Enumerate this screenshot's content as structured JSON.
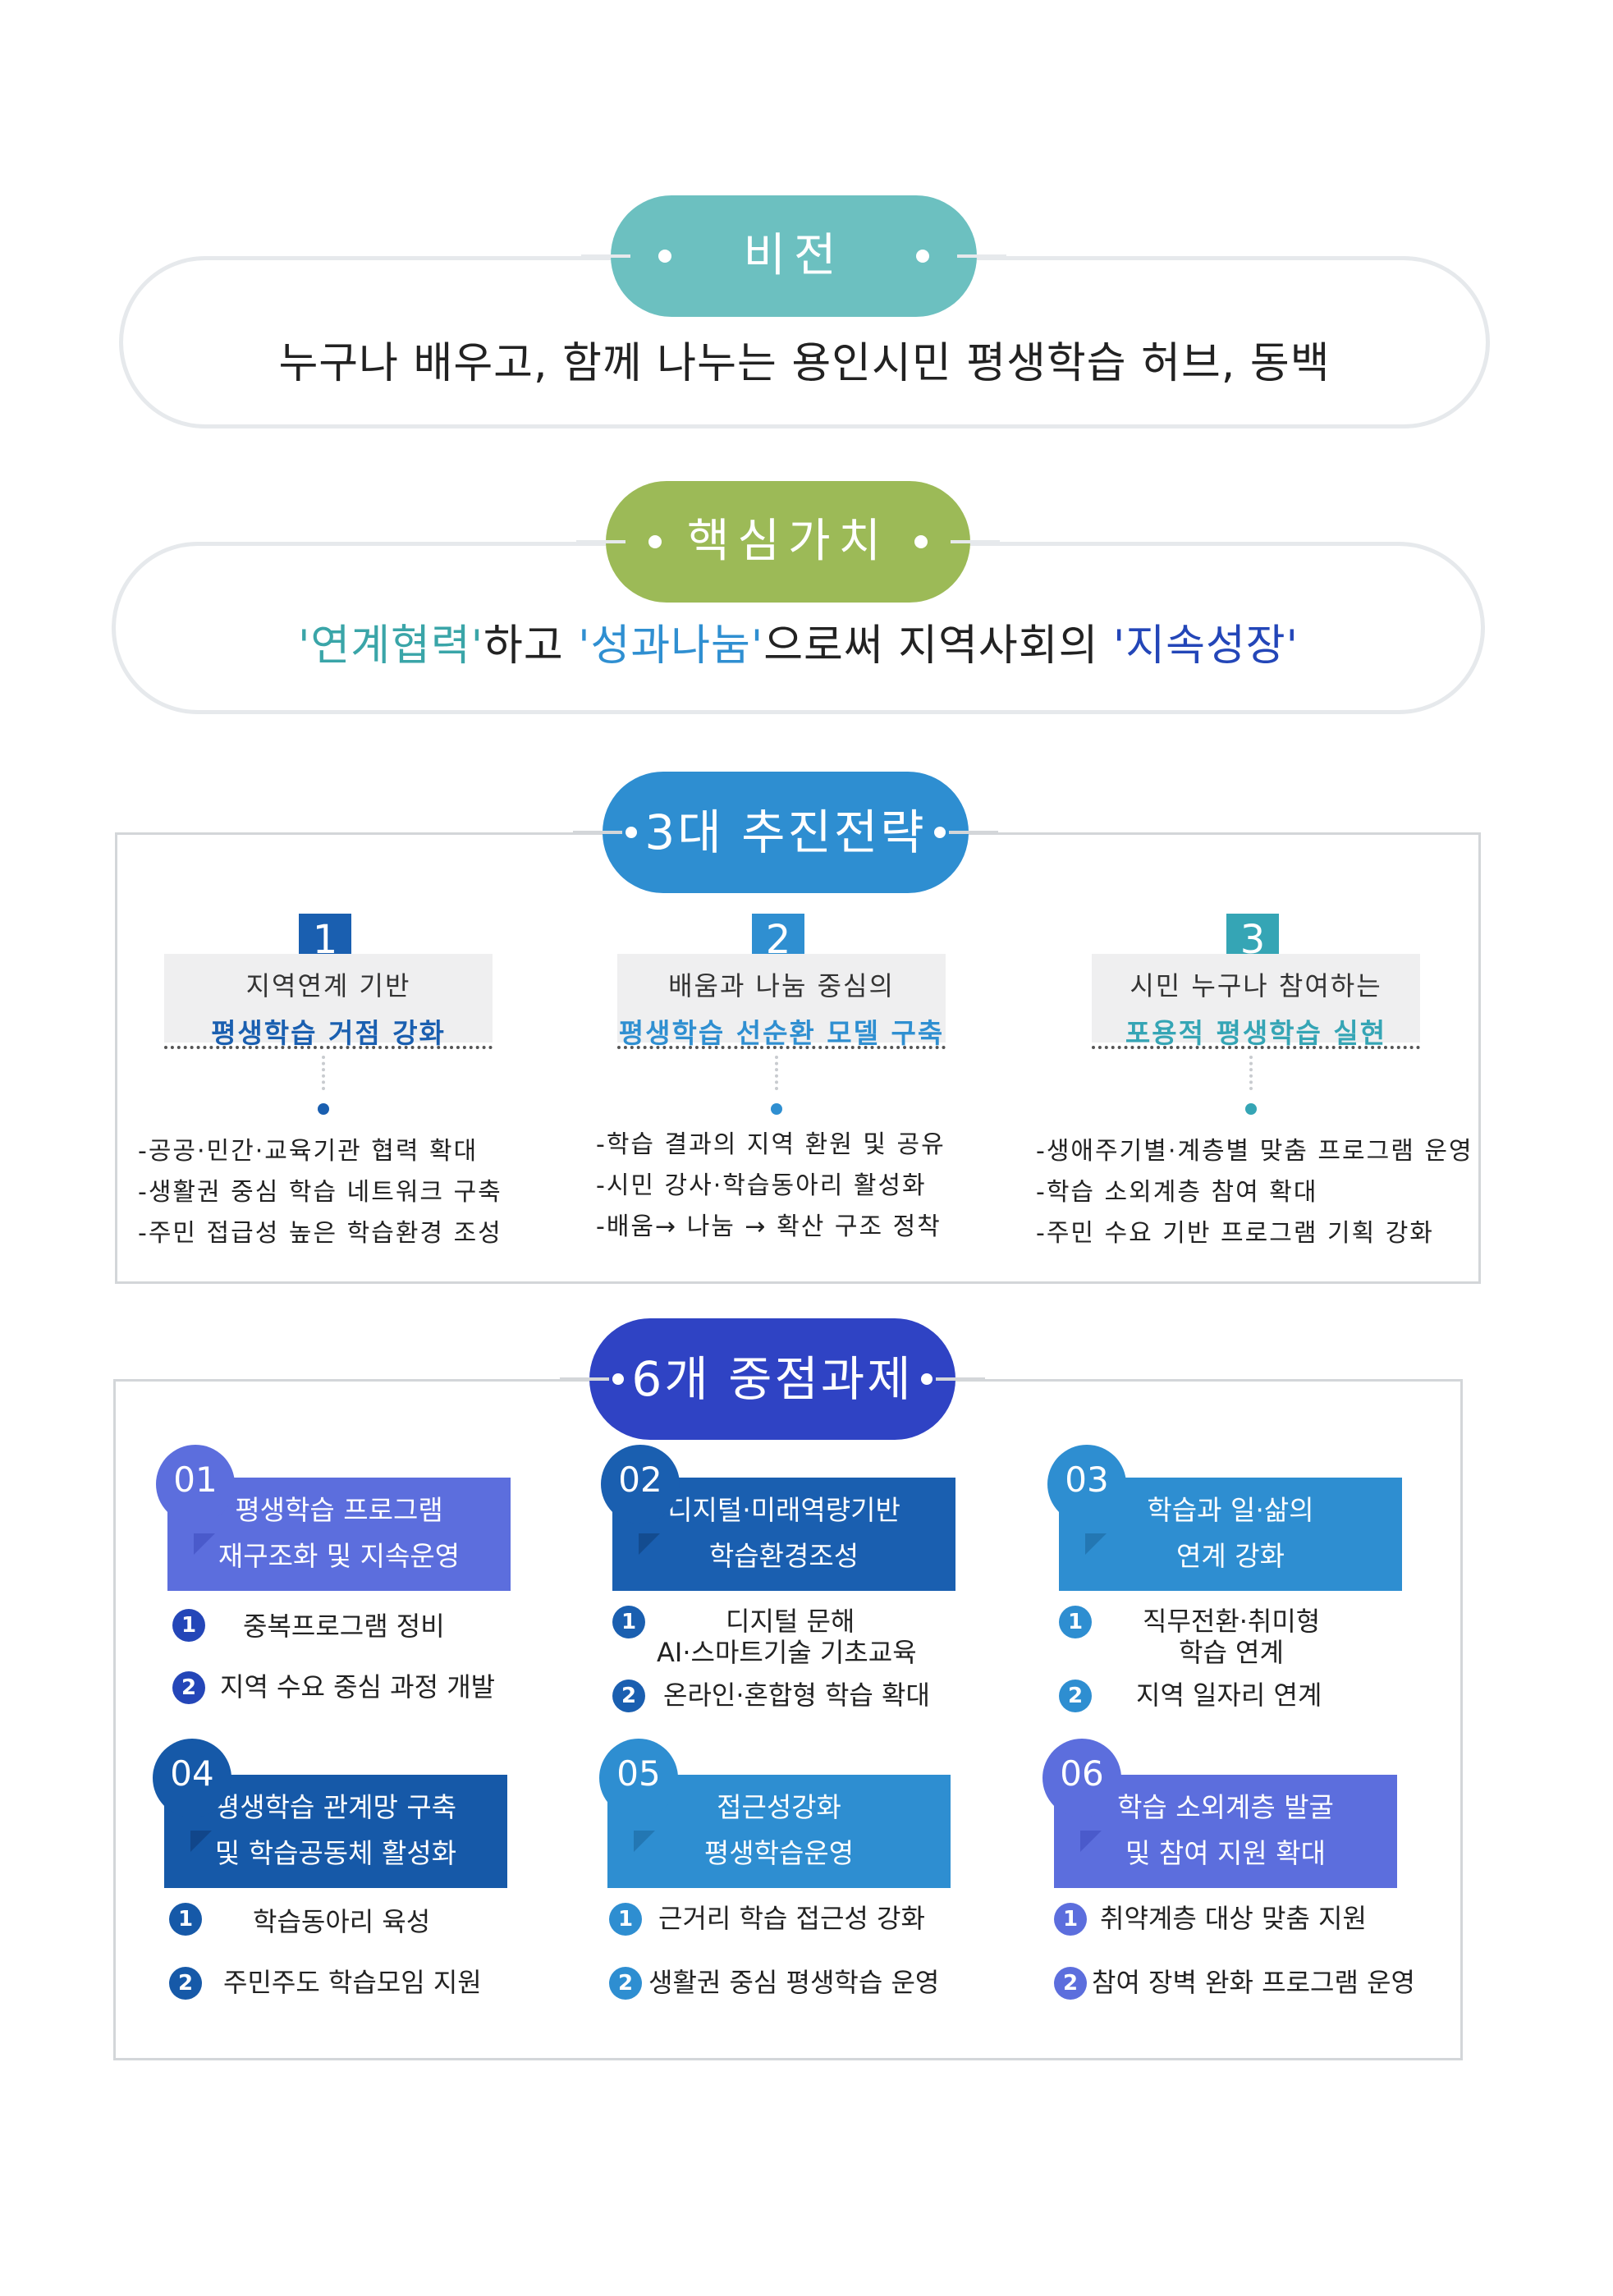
{
  "vision": {
    "label": "비전",
    "text": "누구나 배우고, 함께 나누는 용인시민 평생학습 허브, 동백",
    "color": "#6cc0c0"
  },
  "core_values": {
    "label": "핵심가치",
    "color": "#9cba57",
    "quote1": "'연계협력'",
    "mid1": "하고 ",
    "quote2": "'성과나눔'",
    "mid2": "으로써 지역사회의 ",
    "quote3": "'지속성장'"
  },
  "strategies": {
    "label": "3대 추진전략",
    "color": "#2e8ed1",
    "items": [
      {
        "num": "1",
        "line1": "지역연계 기반",
        "line2": "평생학습 거점 강화",
        "bullets": [
          "-공공·민간·교육기관 협력 확대",
          "-생활권 중심 학습 네트워크 구축",
          "-주민 접급성 높은 학습환경 조성"
        ],
        "color": "#1a5fb0"
      },
      {
        "num": "2",
        "line1": "배움과 나눔 중심의",
        "line2": "평생학습 선순환 모델 구축",
        "bullets": [
          "-학습 결과의 지역 환원 및 공유",
          "-시민 강사·학습동아리 활성화",
          "-배움→ 나눔 → 확산 구조 정착"
        ],
        "color": "#2f8fd1"
      },
      {
        "num": "3",
        "line1": "시민 누구나 참여하는",
        "line2": "포용적 평생학습 실현",
        "bullets": [
          "-생애주기별·계층별 맞춤 프로그램 운영",
          "-학습 소외계층 참여 확대",
          "-주민 수요 기반 프로그램 기획 강화"
        ],
        "color": "#35a5b5"
      }
    ]
  },
  "tasks": {
    "label": "6개 중점과제",
    "color": "#2f43c4",
    "items": [
      {
        "num": "01",
        "title1": "평생학습 프로그램",
        "title2": "재구조화 및 지속운영",
        "color": "#5c6edd",
        "circle": "#5c6edd",
        "sub": [
          "중복프로그램 정비",
          "지역 수요 중심 과정 개발"
        ],
        "sub_color": "#2446b8"
      },
      {
        "num": "02",
        "title1": "디지털·미래역량기반",
        "title2": "학습환경조성",
        "color": "#1a5fb0",
        "circle": "#1a5fb0",
        "sub": [
          "디지털 문해\nAI·스마트기술 기초교육",
          "온라인·혼합형 학습 확대"
        ],
        "sub_color": "#1a5fb0"
      },
      {
        "num": "03",
        "title1": "학습과 일·삶의",
        "title2": "연계 강화",
        "color": "#2e8ed1",
        "circle": "#2e8ed1",
        "sub": [
          "직무전환·취미형\n학습 연계",
          "지역 일자리 연계"
        ],
        "sub_color": "#2e8ed1"
      },
      {
        "num": "04",
        "title1": "평생학습 관계망 구축",
        "title2": "및 학습공동체 활성화",
        "color": "#1659a8",
        "circle": "#1659a8",
        "sub": [
          "학습동아리 육성",
          "주민주도 학습모임 지원"
        ],
        "sub_color": "#1659a8"
      },
      {
        "num": "05",
        "title1": "접근성강화",
        "title2": "평생학습운영",
        "color": "#2e8ed1",
        "circle": "#2e8ed1",
        "sub": [
          "근거리 학습 접근성 강화",
          "생활권 중심 평생학습 운영"
        ],
        "sub_color": "#2e8ed1"
      },
      {
        "num": "06",
        "title1": "학습 소외계층 발굴",
        "title2": "및 참여 지원 확대",
        "color": "#5c6edd",
        "circle": "#5c6edd",
        "sub": [
          "취약계층 대상 맞춤 지원",
          "참여 장벽 완화 프로그램 운영"
        ],
        "sub_color": "#5c6edd"
      }
    ]
  }
}
